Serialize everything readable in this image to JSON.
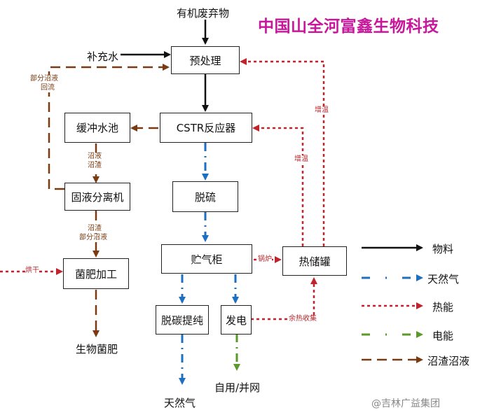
{
  "title": "中国山全河富鑫生物科技",
  "nodes": {
    "organic_waste": "有机废弃物",
    "supplement_water": "补充水",
    "pretreatment": "预处理",
    "buffer_pool": "缓冲水池",
    "cstr": "CSTR反应器",
    "separator": "固液分离机",
    "desulfurization": "脱硫",
    "gas_holder": "贮气柜",
    "heat_tank": "热储罐",
    "fertilizer_processing": "菌肥加工",
    "decarbonization": "脱碳提纯",
    "power_generation": "发电",
    "bio_fertilizer": "生物菌肥",
    "natural_gas_out": "天然气",
    "self_use_grid": "自用/并网"
  },
  "edge_labels": {
    "digestate_reflux_1": "部分沼液",
    "digestate_reflux_2": "回流",
    "slurry_1": "沼液",
    "slurry_2": "沼渣",
    "residue_1": "沼渣",
    "residue_2": "部分沼液",
    "drying": "烘干",
    "boiler": "锅炉",
    "waste_heat": "余热收集",
    "heat_up_1": "增温",
    "heat_up_2": "增温"
  },
  "legend": [
    {
      "label": "物料",
      "style": "solid",
      "color": "#111111"
    },
    {
      "label": "天然气",
      "style": "dash-dot",
      "color": "#1f6fbf"
    },
    {
      "label": "热能",
      "style": "dotted",
      "color": "#c0232b"
    },
    {
      "label": "电能",
      "style": "dash-dot",
      "color": "#5a9a2a"
    },
    {
      "label": "沼渣沼液",
      "style": "dashed",
      "color": "#7a3b12"
    }
  ],
  "watermark": "@吉林广益集团"
}
